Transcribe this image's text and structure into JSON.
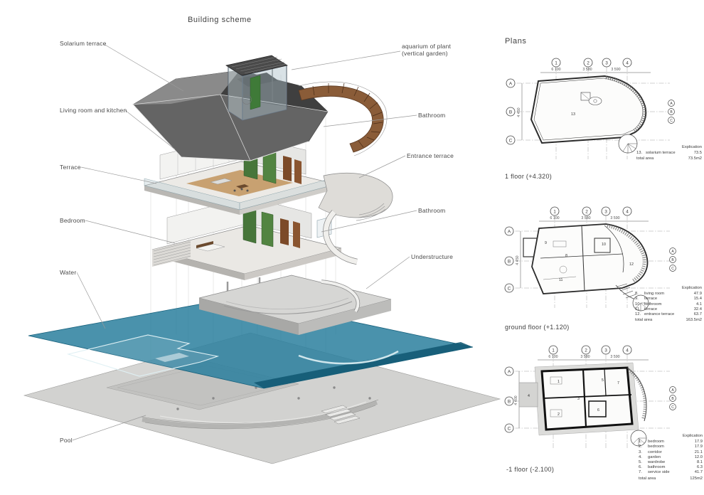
{
  "title": "Building scheme",
  "plans_panel": {
    "title": "Plans"
  },
  "callouts": {
    "left": [
      {
        "label": "Solarium terrace"
      },
      {
        "label": "Living room and kitchen"
      },
      {
        "label": "Terrace"
      },
      {
        "label": "Bedroom"
      },
      {
        "label": "Water"
      },
      {
        "label": "Pool"
      }
    ],
    "right": [
      {
        "label": "aquarium of plant (vertical garden)"
      },
      {
        "label": "Bathroom"
      },
      {
        "label": "Entrance terrace"
      },
      {
        "label": "Bathroom"
      },
      {
        "label": "Understructure"
      }
    ]
  },
  "plans": [
    {
      "caption": "1 floor (+4.320)",
      "grid_cols": [
        "1",
        "2",
        "3",
        "4"
      ],
      "grid_rows": [
        "A",
        "B",
        "C"
      ],
      "dims_top": [
        "6 100",
        "3 580",
        "3 590"
      ],
      "dims_left": [
        "4 450"
      ],
      "rooms": [
        "13"
      ],
      "explication": {
        "title": "Explication",
        "rows": [
          {
            "no": "13.",
            "name": "solarium terrace",
            "area": "73.5"
          }
        ],
        "total_label": "total area",
        "total_value": "73.5m2"
      }
    },
    {
      "caption": "ground floor (+1.120)",
      "grid_cols": [
        "1",
        "2",
        "3",
        "4"
      ],
      "grid_rows": [
        "A",
        "B",
        "C"
      ],
      "dims_top": [
        "6 100",
        "3 580",
        "3 590"
      ],
      "dims_left": [
        "4 450"
      ],
      "rooms": [
        "8",
        "9",
        "10",
        "11",
        "12"
      ],
      "explication": {
        "title": "Explication",
        "rows": [
          {
            "no": "8.",
            "name": "living room",
            "area": "47.9"
          },
          {
            "no": "9.",
            "name": "terrace",
            "area": "15.4"
          },
          {
            "no": "10.",
            "name": "bathroom",
            "area": "4.1"
          },
          {
            "no": "11.",
            "name": "terrace",
            "area": "32.4"
          },
          {
            "no": "12.",
            "name": "entrance terrace",
            "area": "63.7"
          }
        ],
        "total_label": "total area",
        "total_value": "163.5m2"
      }
    },
    {
      "caption": "-1 floor (-2.100)",
      "grid_cols": [
        "1",
        "2",
        "3",
        "4"
      ],
      "grid_rows": [
        "A",
        "B",
        "C"
      ],
      "dims_top": [
        "6 100",
        "3 580",
        "3 590"
      ],
      "dims_left": [
        "4 400"
      ],
      "rooms": [
        "1",
        "2",
        "3",
        "4",
        "5",
        "6",
        "7"
      ],
      "explication": {
        "title": "Explication",
        "rows": [
          {
            "no": "1.",
            "name": "bedroom",
            "area": "17.9"
          },
          {
            "no": "2.",
            "name": "bedroom",
            "area": "17.9"
          },
          {
            "no": "3.",
            "name": "corridor",
            "area": "21.1"
          },
          {
            "no": "4.",
            "name": "garden",
            "area": "12.0"
          },
          {
            "no": "5.",
            "name": "wardrobe",
            "area": "8.1"
          },
          {
            "no": "6.",
            "name": "bathroom",
            "area": "6.3"
          },
          {
            "no": "7.",
            "name": "service side",
            "area": "41.7"
          }
        ],
        "total_label": "total area",
        "total_value": "125m2"
      }
    }
  ]
}
